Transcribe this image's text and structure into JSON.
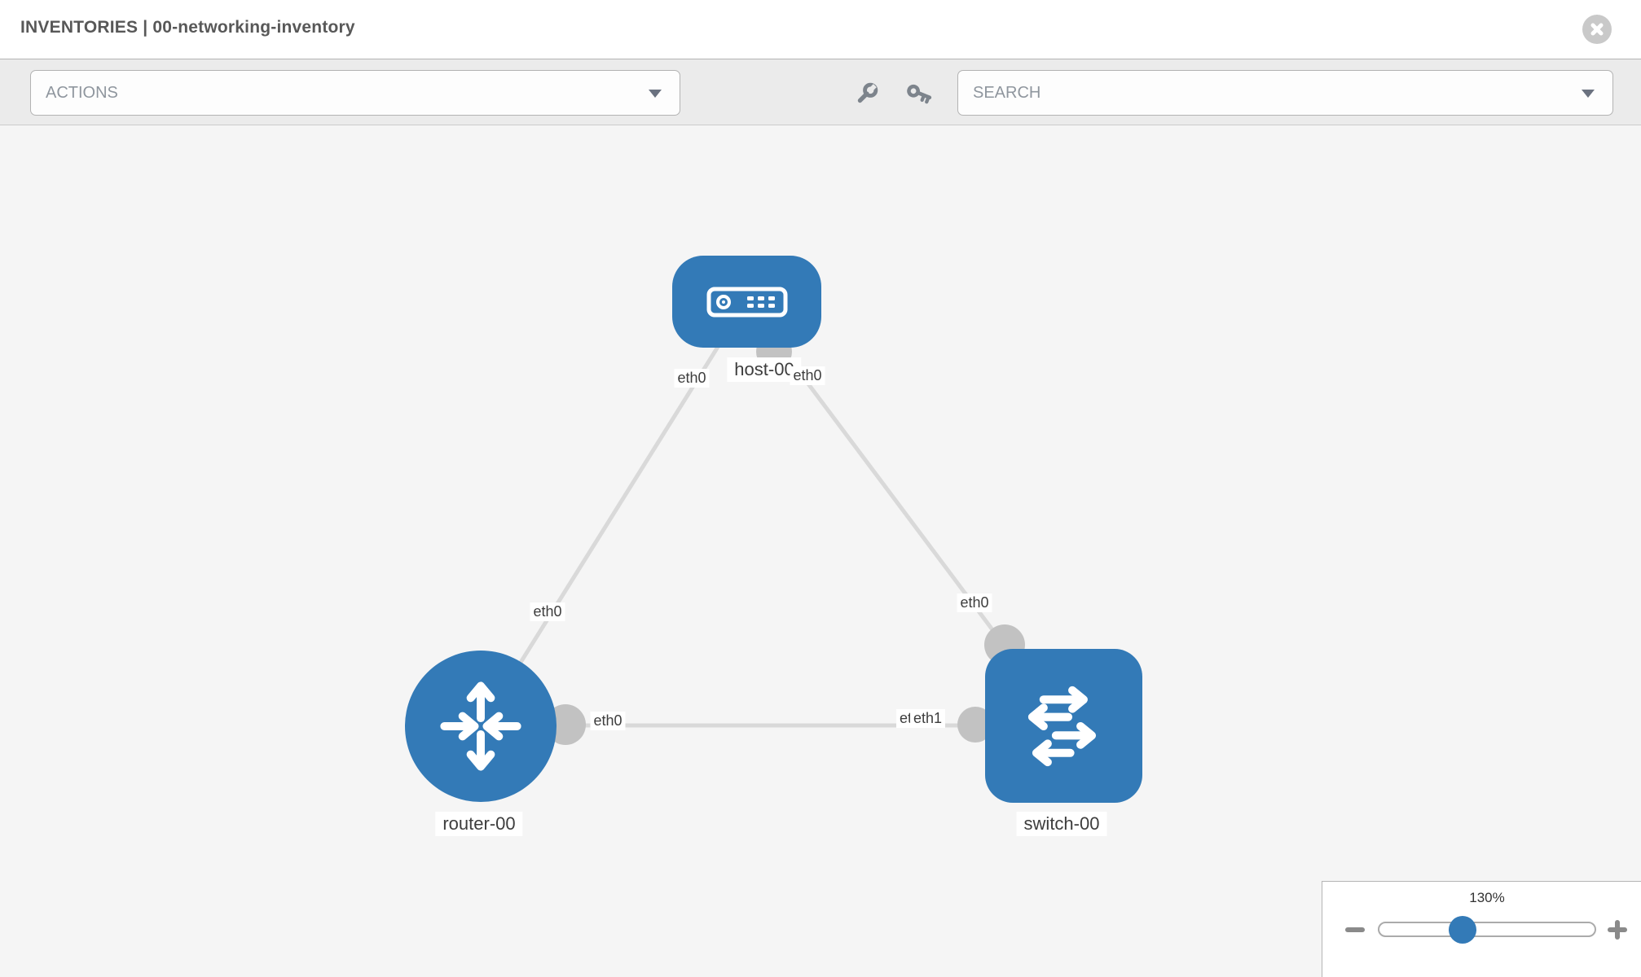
{
  "header": {
    "title": "INVENTORIES | 00-networking-inventory"
  },
  "toolbar": {
    "actions_label": "ACTIONS",
    "search_placeholder": "SEARCH",
    "icons": [
      "wrench-icon",
      "key-icon"
    ]
  },
  "topology": {
    "nodes": [
      {
        "id": "host-00",
        "type": "host",
        "label": "host-00"
      },
      {
        "id": "router-00",
        "type": "router",
        "label": "router-00"
      },
      {
        "id": "switch-00",
        "type": "switch",
        "label": "switch-00"
      }
    ],
    "links": [
      {
        "source": "host-00",
        "source_interface": "eth0",
        "target": "router-00",
        "target_interface": "eth0"
      },
      {
        "source": "host-00",
        "source_interface": "eth0",
        "target": "switch-00",
        "target_interface": "eth0"
      },
      {
        "source": "router-00",
        "source_interface": "eth0",
        "target": "switch-00",
        "target_interface": "eth1"
      }
    ],
    "if_labels": {
      "host_left": "eth0",
      "host_right": "eth0",
      "router_top": "eth0",
      "switch_top": "eth0",
      "router_right": "eth0",
      "switch_left_under": "eth0",
      "switch_left_over": "eth1"
    }
  },
  "zoom_control": {
    "level": "130%"
  },
  "colors": {
    "node_blue": "#337ab7",
    "port_gray": "#c2c2c2",
    "link_gray": "#d9d9d9",
    "canvas_bg": "#f5f5f5"
  }
}
